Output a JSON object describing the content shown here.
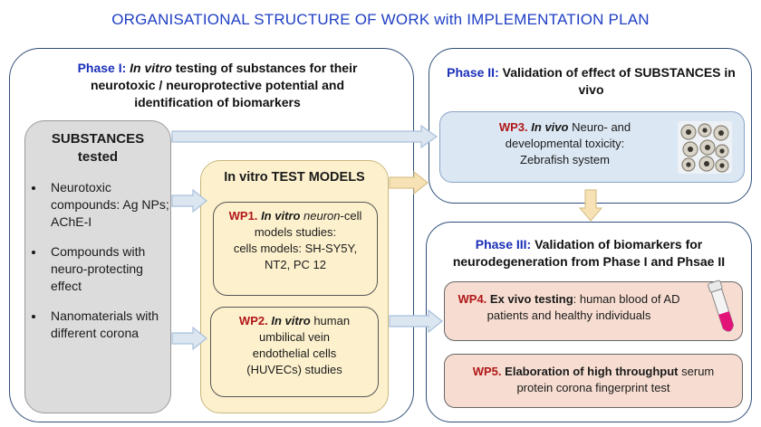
{
  "title": "ORGANISATIONAL STRUCTURE OF WORK with IMPLEMENTATION PLAN",
  "phase1": {
    "label": "Phase I:",
    "italic": "In vitro",
    "rest": "testing of substances for their",
    "line2": "neurotoxic / neuroprotective potential and",
    "line3": "identification of biomarkers"
  },
  "substances": {
    "heading1": "SUBSTANCES",
    "heading2": "tested",
    "items": [
      "Neurotoxic compounds: Ag NPs; AChE-I",
      "Compounds with neuro-protecting effect",
      "Nanomaterials with different corona"
    ]
  },
  "models": {
    "heading": "In vitro TEST MODELS",
    "wp1": {
      "label": "WP1.",
      "italic": "In vitro",
      "italic2": "neuron",
      "line1_rest": "-cell",
      "line2": "models studies:",
      "line3": "cells models: SH-SY5Y,",
      "line4": "NT2, PC 12"
    },
    "wp2": {
      "label": "WP2.",
      "italic": "In vitro",
      "line1_rest": "human",
      "line2": "umbilical vein",
      "line3": "endothelial cells",
      "line4": "(HUVECs) studies"
    }
  },
  "phase2": {
    "label": "Phase II:",
    "line1": "Validation of effect of SUBSTANCES in",
    "line2": "vivo"
  },
  "wp3": {
    "label": "WP3.",
    "italic": "In vivo",
    "line1_rest": "Neuro- and",
    "line2": "developmental toxicity:",
    "line3": "Zebrafish system"
  },
  "phase3": {
    "label": "Phase III:",
    "line1": "Validation of biomarkers for",
    "line2": "neurodegeneration from Phase I and Phsae II"
  },
  "wp4": {
    "label": "WP4.",
    "bold": "Ex vivo testing",
    "line1_rest": ": human blood of AD",
    "line2": "patients and healthy individuals"
  },
  "wp5": {
    "label": "WP5.",
    "bold": "Elaboration of high throughput",
    "line1_rest": "serum",
    "line2": "protein corona fingerprint test"
  },
  "colors": {
    "title": "#1f3fc4",
    "wp_label": "#b01818",
    "test_models_bg": "#fdf1cd",
    "substances_bg": "#dcdcdc",
    "wp3_bg": "#dbe7f3",
    "wp45_bg": "#f7ddd1",
    "arrow_fill": "#f6e2b4"
  }
}
